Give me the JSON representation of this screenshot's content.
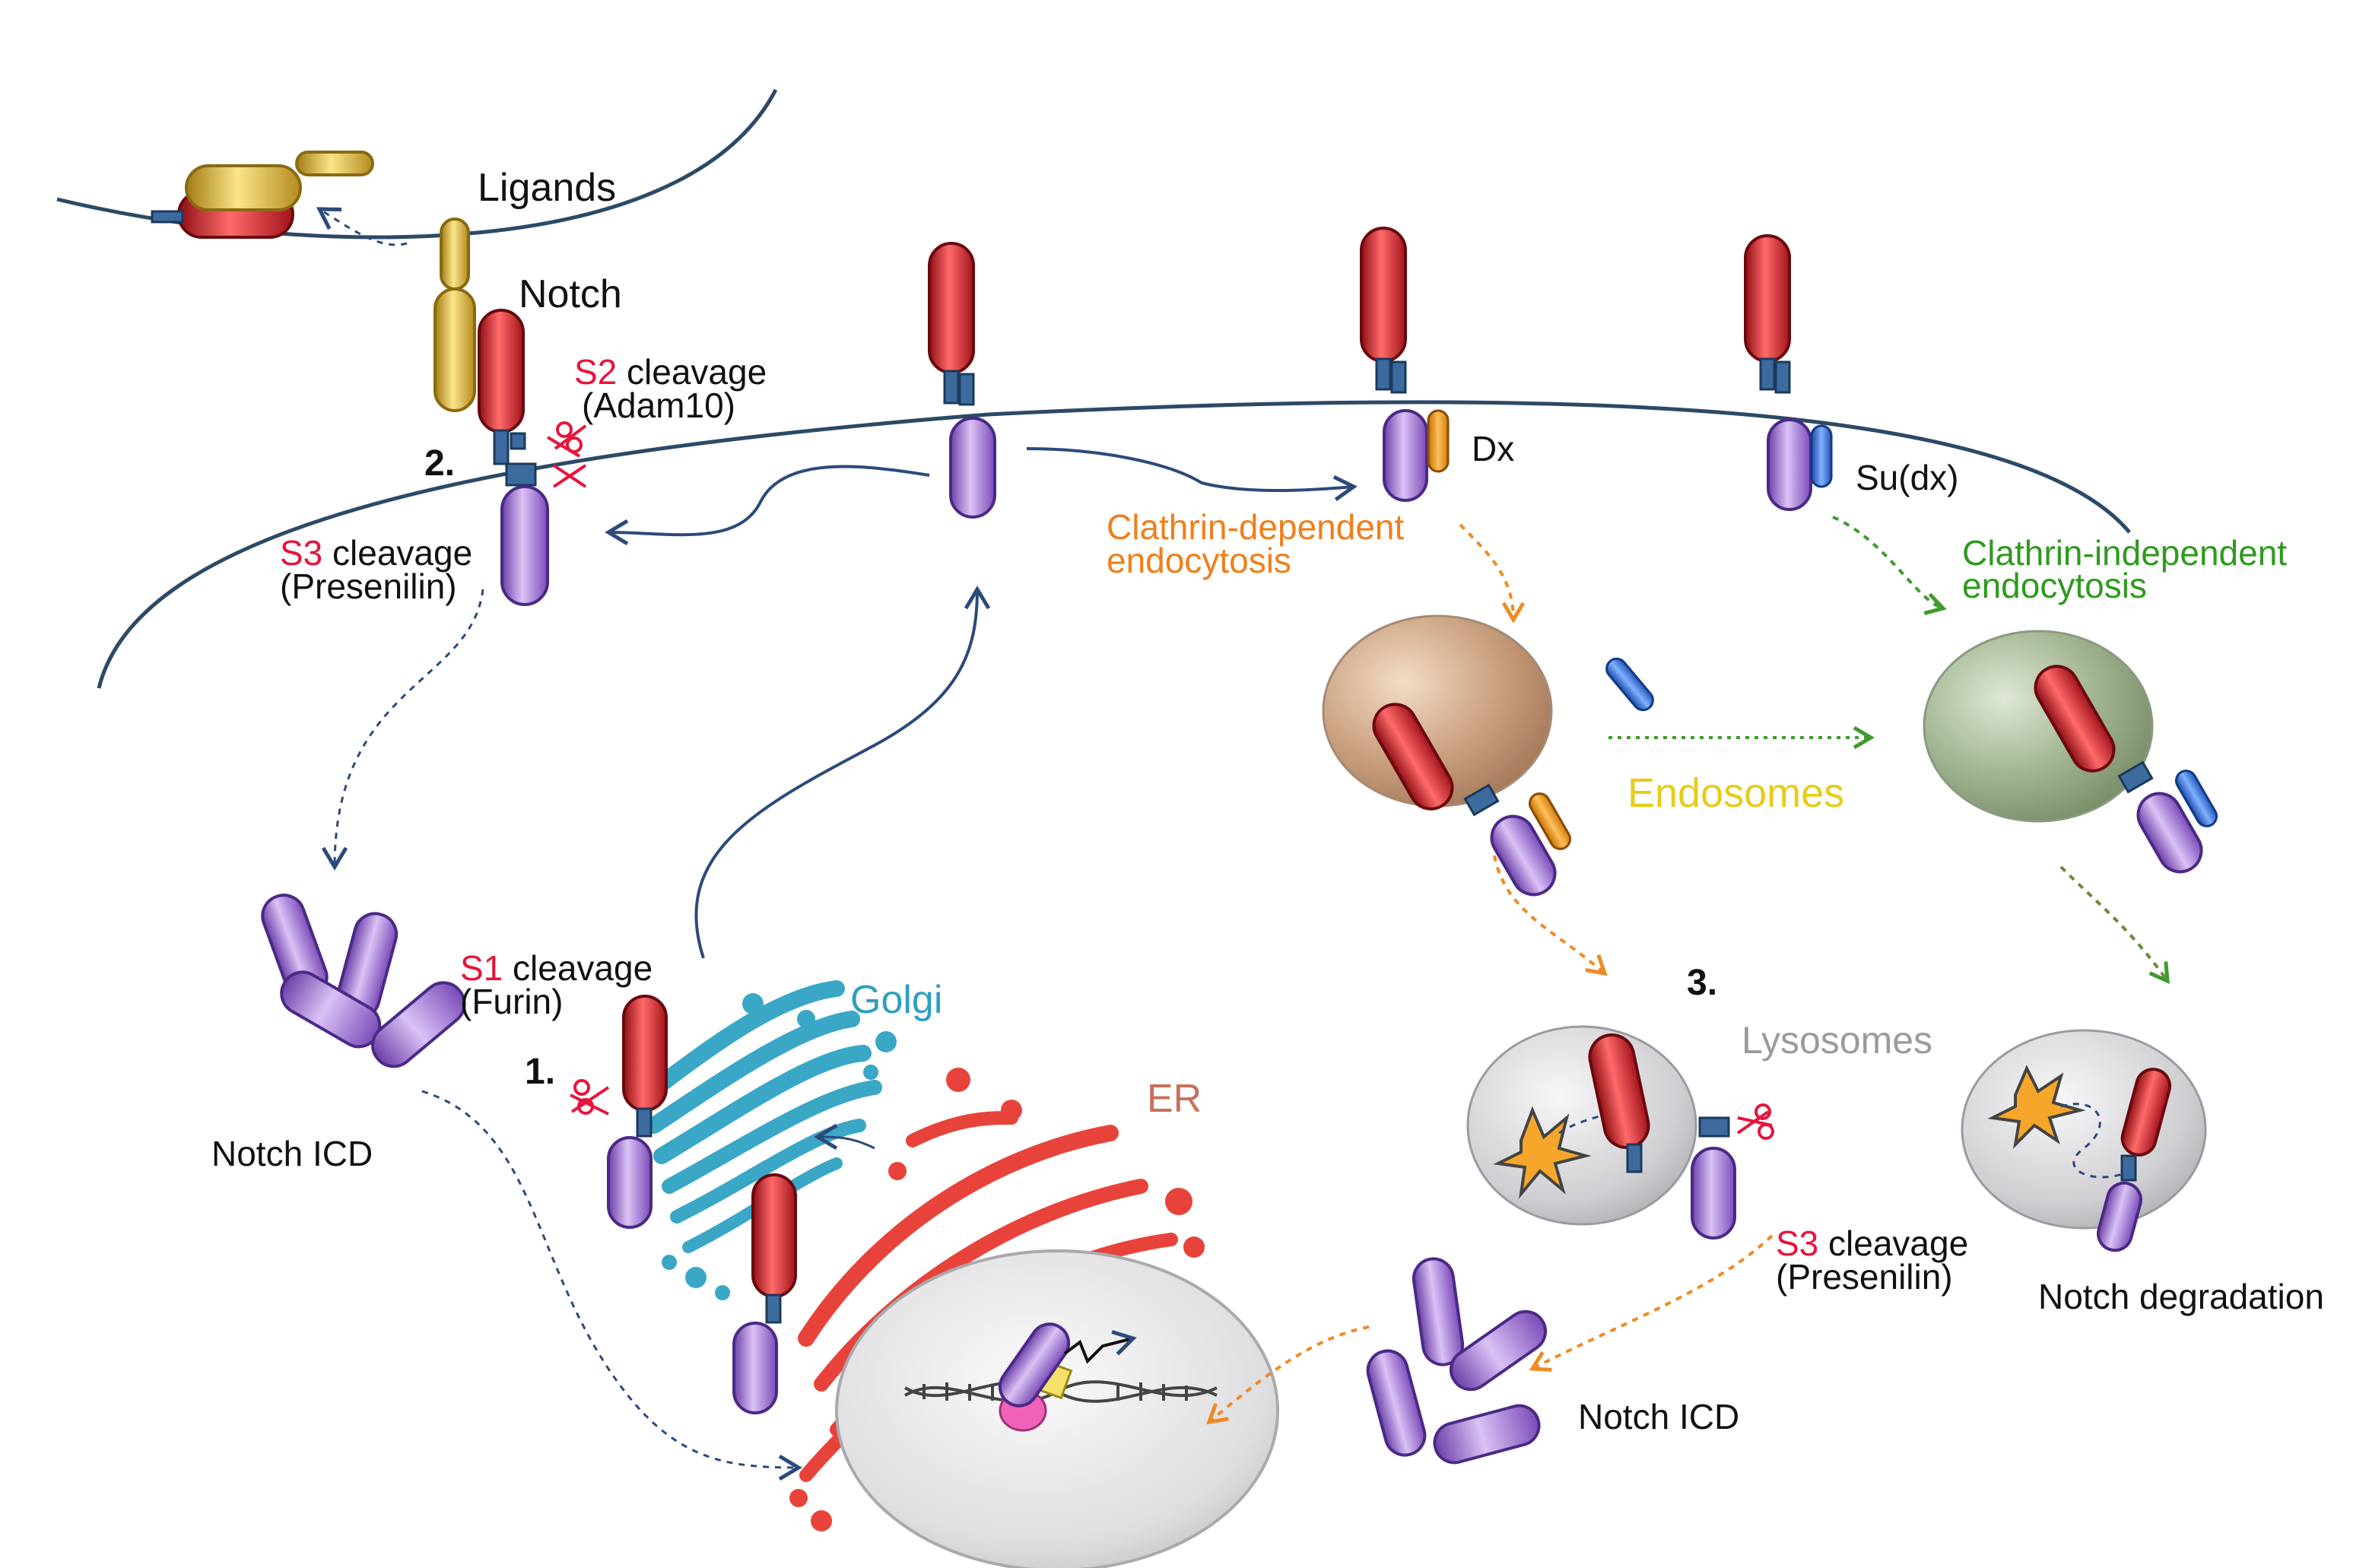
{
  "labels": {
    "ligands": "Ligands",
    "notch": "Notch",
    "s2_prefix": "S2",
    "s2_rest": " cleavage",
    "adam10": "(Adam10)",
    "step2": "2.",
    "s3_prefix": "S3",
    "s3_rest": " cleavage",
    "presenilin": "(Presenilin)",
    "dx": "Dx",
    "sudx": "Su(dx)",
    "clathrin_dep_1": "Clathrin-dependent",
    "clathrin_dep_2": "endocytosis",
    "clathrin_indep_1": "Clathrin-independent",
    "clathrin_indep_2": "endocytosis",
    "endosomes": "Endosomes",
    "s1_prefix": "S1",
    "s1_rest": " cleavage",
    "furin": "(Furin)",
    "golgi": "Golgi",
    "step1": "1.",
    "er": "ER",
    "notch_icd_left": "Notch ICD",
    "step3": "3.",
    "lysosomes": "Lysosomes",
    "s3b_prefix": "S3",
    "s3b_rest": " cleavage",
    "presenilin_b": "(Presenilin)",
    "notch_degradation": "Notch degradation",
    "notch_icd_right": "Notch ICD"
  },
  "colors": {
    "membrane": "#2c4a66",
    "arrow_blue": "#2c4a7a",
    "arrow_orange": "#f08a24",
    "arrow_green": "#3f9a2e",
    "notch_red": "#d8222a",
    "icd_purple": "#9b6fd0",
    "ligand_gold": "#d9b23a",
    "tm_blue": "#3d6b9e",
    "dx_orange": "#f29a1a",
    "sudx_blue": "#2f6fd6",
    "endosome_orange": "#c49a78",
    "endosome_green": "#93a884",
    "lysosome_grey": "#c9c9cc",
    "golgi_teal": "#3aa7c6",
    "er_red": "#e8433a"
  }
}
